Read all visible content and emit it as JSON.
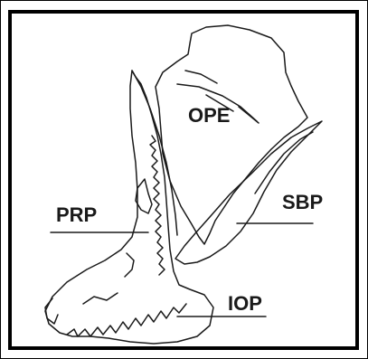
{
  "labels": {
    "ope": "OPE",
    "prp": "PRP",
    "sbp": "SBP",
    "iop": "IOP"
  },
  "colors": {
    "ink": "#1a1a1a",
    "border": "#000000",
    "background": "#ffffff"
  }
}
